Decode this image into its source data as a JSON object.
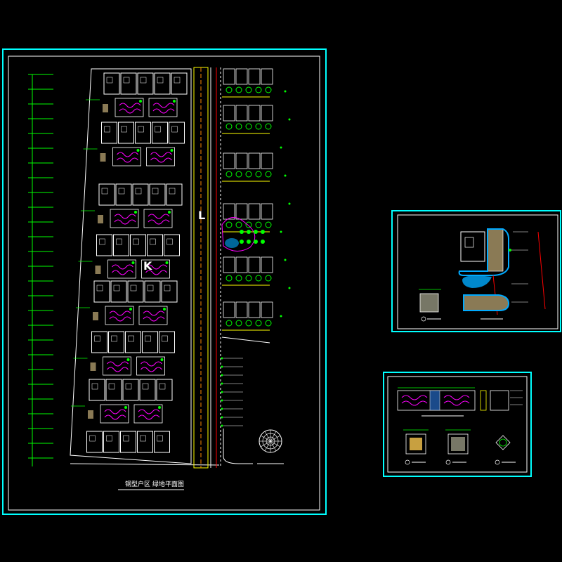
{
  "drawing": {
    "main_title": "钢型户区 绿地平面图",
    "marker_k": "K",
    "marker_l": "L"
  },
  "colors": {
    "frame": "#00ffff",
    "building": "#ffffff",
    "garden": "#ff00ff",
    "road": "#ffff00",
    "tree": "#00ff00",
    "water": "#00aaff",
    "red_line": "#ff0000",
    "paving": "#8a7a55"
  }
}
